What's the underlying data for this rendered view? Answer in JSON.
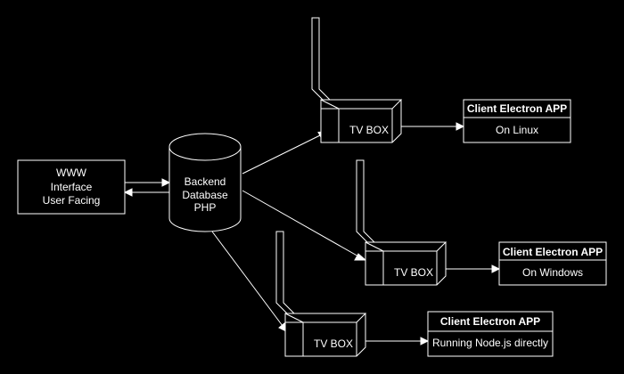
{
  "www_box": {
    "line1": "WWW",
    "line2": "Interface",
    "line3": "User Facing"
  },
  "backend": {
    "line1": "Backend",
    "line2": "Database",
    "line3": "PHP"
  },
  "tv_boxes": [
    {
      "label": "TV BOX"
    },
    {
      "label": "TV BOX"
    },
    {
      "label": "TV BOX"
    }
  ],
  "clients": [
    {
      "title": "Client Electron APP",
      "subtitle": "On Linux"
    },
    {
      "title": "Client Electron APP",
      "subtitle": "On Windows"
    },
    {
      "title": "Client Electron APP",
      "subtitle": "Running Node.js directly"
    }
  ],
  "colors": {
    "background": "#000000",
    "stroke": "#ffffff",
    "text": "#ffffff"
  }
}
